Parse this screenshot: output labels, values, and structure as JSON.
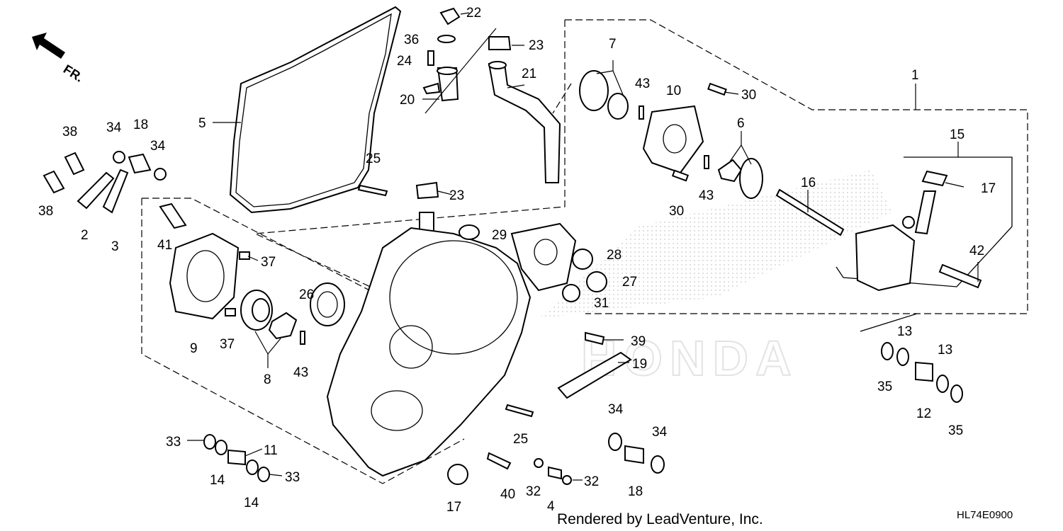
{
  "diagram": {
    "direction_mark": "FR.",
    "drawing_code": "HL74E0900",
    "footer": "Rendered by LeadVenture, Inc.",
    "watermark": "HONDA",
    "callouts": [
      {
        "id": "c1",
        "text": "1"
      },
      {
        "id": "c2",
        "text": "2"
      },
      {
        "id": "c3",
        "text": "3"
      },
      {
        "id": "c4",
        "text": "4"
      },
      {
        "id": "c5",
        "text": "5"
      },
      {
        "id": "c6",
        "text": "6"
      },
      {
        "id": "c7",
        "text": "7"
      },
      {
        "id": "c8",
        "text": "8"
      },
      {
        "id": "c9",
        "text": "9"
      },
      {
        "id": "c10",
        "text": "10"
      },
      {
        "id": "c11",
        "text": "11"
      },
      {
        "id": "c12",
        "text": "12"
      },
      {
        "id": "c13a",
        "text": "13"
      },
      {
        "id": "c13b",
        "text": "13"
      },
      {
        "id": "c14a",
        "text": "14"
      },
      {
        "id": "c14b",
        "text": "14"
      },
      {
        "id": "c15",
        "text": "15"
      },
      {
        "id": "c16",
        "text": "16"
      },
      {
        "id": "c17a",
        "text": "17"
      },
      {
        "id": "c17b",
        "text": "17"
      },
      {
        "id": "c18a",
        "text": "18"
      },
      {
        "id": "c18b",
        "text": "18"
      },
      {
        "id": "c19",
        "text": "19"
      },
      {
        "id": "c20",
        "text": "20"
      },
      {
        "id": "c21",
        "text": "21"
      },
      {
        "id": "c22",
        "text": "22"
      },
      {
        "id": "c23a",
        "text": "23"
      },
      {
        "id": "c23b",
        "text": "23"
      },
      {
        "id": "c24",
        "text": "24"
      },
      {
        "id": "c25a",
        "text": "25"
      },
      {
        "id": "c25b",
        "text": "25"
      },
      {
        "id": "c26",
        "text": "26"
      },
      {
        "id": "c27",
        "text": "27"
      },
      {
        "id": "c28",
        "text": "28"
      },
      {
        "id": "c29",
        "text": "29"
      },
      {
        "id": "c30a",
        "text": "30"
      },
      {
        "id": "c30b",
        "text": "30"
      },
      {
        "id": "c31",
        "text": "31"
      },
      {
        "id": "c32a",
        "text": "32"
      },
      {
        "id": "c32b",
        "text": "32"
      },
      {
        "id": "c33a",
        "text": "33"
      },
      {
        "id": "c33b",
        "text": "33"
      },
      {
        "id": "c34a",
        "text": "34"
      },
      {
        "id": "c34b",
        "text": "34"
      },
      {
        "id": "c34c",
        "text": "34"
      },
      {
        "id": "c34d",
        "text": "34"
      },
      {
        "id": "c35a",
        "text": "35"
      },
      {
        "id": "c35b",
        "text": "35"
      },
      {
        "id": "c36",
        "text": "36"
      },
      {
        "id": "c37a",
        "text": "37"
      },
      {
        "id": "c37b",
        "text": "37"
      },
      {
        "id": "c38a",
        "text": "38"
      },
      {
        "id": "c38b",
        "text": "38"
      },
      {
        "id": "c39",
        "text": "39"
      },
      {
        "id": "c40",
        "text": "40"
      },
      {
        "id": "c41",
        "text": "41"
      },
      {
        "id": "c42",
        "text": "42"
      },
      {
        "id": "c43a",
        "text": "43"
      },
      {
        "id": "c43b",
        "text": "43"
      },
      {
        "id": "c43c",
        "text": "43"
      }
    ]
  }
}
